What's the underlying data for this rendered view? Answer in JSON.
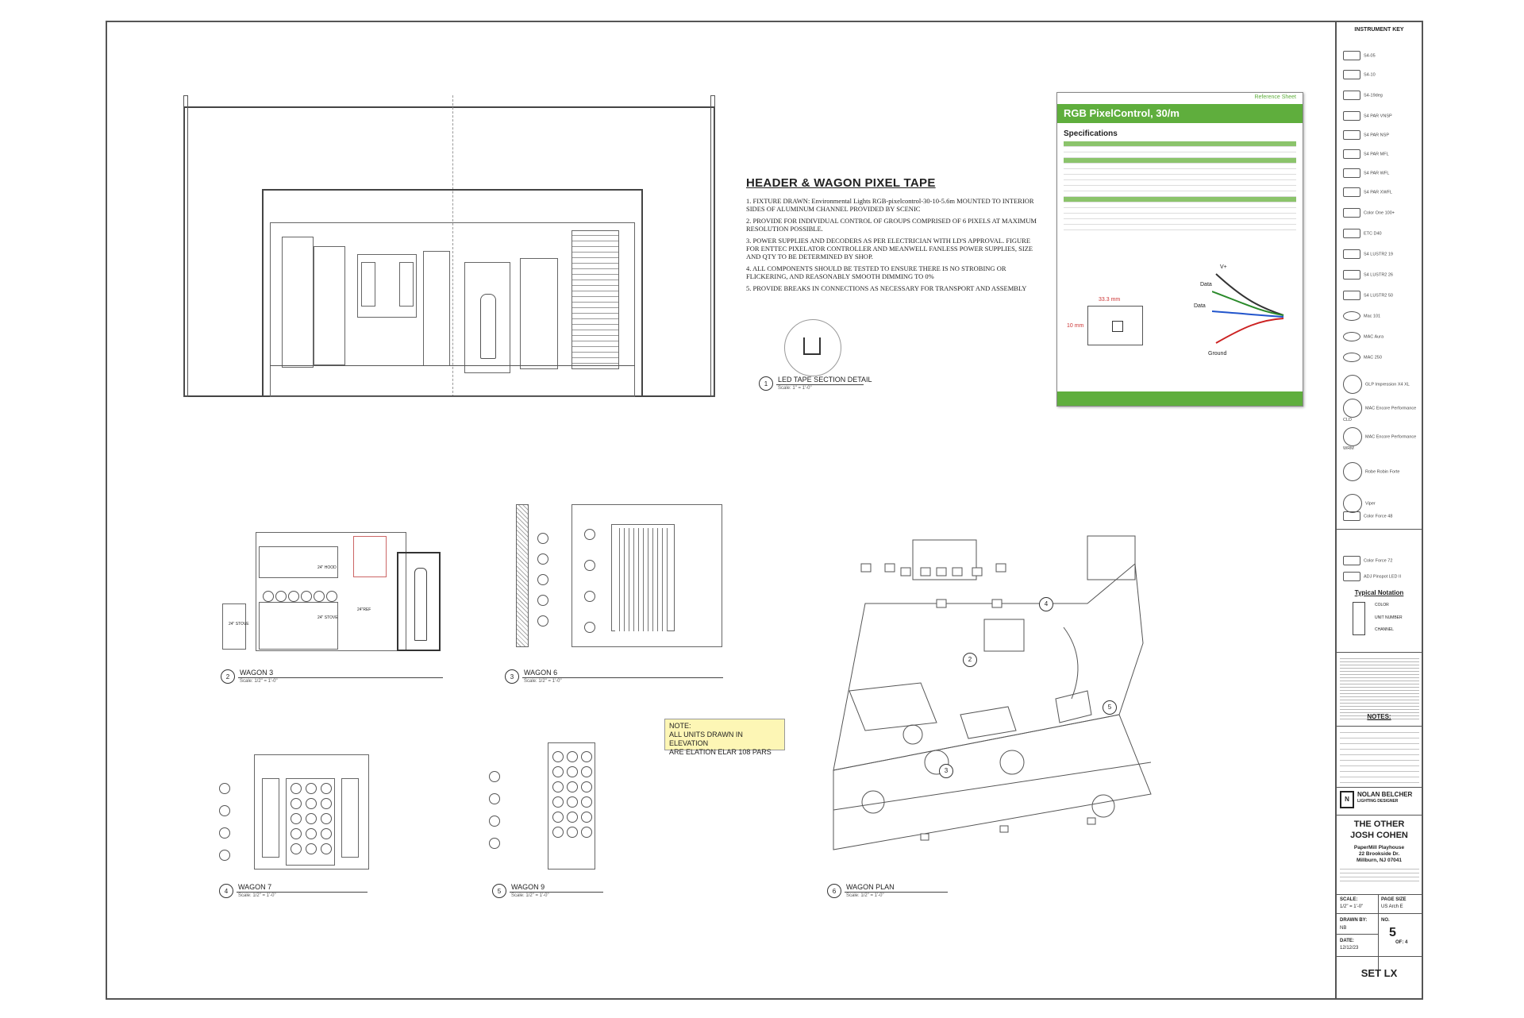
{
  "pixel_tape": {
    "title": "HEADER & WAGON PIXEL TAPE",
    "notes": [
      "1. FIXTURE DRAWN: Environmental Lights RGB-pixelcontrol-30-10-5.6m MOUNTED TO INTERIOR SIDES OF ALUMINUM CHANNEL PROVIDED BY SCENIC",
      "2. PROVIDE FOR INDIVIDUAL CONTROL OF GROUPS COMPRISED OF 6 PIXELS AT MAXIMUM RESOLUTION POSSIBLE.",
      "3. POWER SUPPLIES AND DECODERS AS PER ELECTRICIAN WITH LD'S APPROVAL. FIGURE FOR ENTTEC PIXELATOR CONTROLLER AND MEANWELL FANLESS POWER SUPPLIES, SIZE AND QTY TO BE DETERMINED BY SHOP.",
      "4. ALL COMPONENTS SHOULD BE TESTED TO ENSURE THERE IS NO STROBING OR FLICKERING, AND REASONABLY SMOOTH DIMMING TO 0%",
      "5. PROVIDE BREAKS IN CONNECTIONS AS NECESSARY FOR TRANSPORT AND ASSEMBLY"
    ]
  },
  "details": {
    "led_section": {
      "num": "1",
      "title": "LED TAPE SECTION DETAIL",
      "scale": "Scale: 1\" = 1'-0\""
    },
    "wagon3": {
      "num": "2",
      "title": "WAGON 3",
      "scale": "Scale: 1/2\" = 1'-0\""
    },
    "wagon6": {
      "num": "3",
      "title": "WAGON 6",
      "scale": "Scale: 1/2\" = 1'-0\""
    },
    "wagon7": {
      "num": "4",
      "title": "WAGON 7",
      "scale": "Scale: 1/2\" = 1'-0\""
    },
    "wagon9": {
      "num": "5",
      "title": "WAGON 9",
      "scale": "Scale: 1/2\" = 1'-0\""
    },
    "plan": {
      "num": "6",
      "title": "WAGON PLAN",
      "scale": "Scale: 1/2\" = 1'-0\""
    }
  },
  "wagon_dims": {
    "hood": "24\" HOOD",
    "stove": "24\" STOVE",
    "ref": "24\"REF"
  },
  "plan_markers": [
    "4",
    "2",
    "5",
    "3"
  ],
  "yellow_note": {
    "line1": "NOTE:",
    "line2": "ALL UNITS DRAWN IN ELEVATION",
    "line3": "ARE ELATION ELAR 108 PARS"
  },
  "spec_sheet": {
    "tag": "Reference Sheet",
    "title": "RGB PixelControl, 30/m",
    "subtitle": "Specifications",
    "dim_width": "33.3 mm",
    "dim_height": "10 mm",
    "wire_labels": [
      "V+",
      "Data",
      "Data",
      "Ground"
    ]
  },
  "instrument_key": {
    "title": "INSTRUMENT KEY",
    "items": [
      "S4-05",
      "S4-10",
      "S4-19deg",
      "S4 PAR VNSP",
      "S4 PAR NSP",
      "S4 PAR MFL",
      "S4 PAR WFL",
      "S4 PAR XWFL",
      "Color One 100+",
      "ETC D40",
      "S4 LUSTR2 19",
      "S4 LUSTR2 26",
      "S4 LUSTR2 50",
      "Mac 101",
      "MAC Aura",
      "MAC 250",
      "GLP Impression X4 XL",
      "MAC Encore Performance CLD",
      "MAC Encore Performance WRM",
      "Robe Robin Forte",
      "Viper",
      "Color Force 48",
      "Color Force 72",
      "ADJ Pinspot LED II"
    ]
  },
  "typical_notation": {
    "title": "Typical Notation",
    "color": "COLOR",
    "unit": "UNIT NUMBER",
    "channel": "CHANNEL"
  },
  "notes_box": {
    "title": "NOTES:"
  },
  "designer": {
    "name": "NOLAN BELCHER",
    "role": "LIGHTING DESIGNER"
  },
  "show": {
    "title_line1": "THE OTHER",
    "title_line2": "JOSH COHEN",
    "venue": "PaperMill Playhouse",
    "address1": "22 Brookside Dr.",
    "address2": "Millburn, NJ 07041"
  },
  "title_block": {
    "scale_label": "SCALE:",
    "scale_value": "1/2\" = 1'-0\"",
    "page_size_label": "PAGE SIZE",
    "page_size_value": "US Arch E",
    "drawn_by_label": "DRAWN BY:",
    "drawn_by_value": "NB",
    "no_label": "NO.",
    "no_value": "5",
    "of_value": "OF: 4",
    "date_label": "DATE:",
    "date_value": "12/12/23",
    "sheet_name": "SET LX"
  }
}
